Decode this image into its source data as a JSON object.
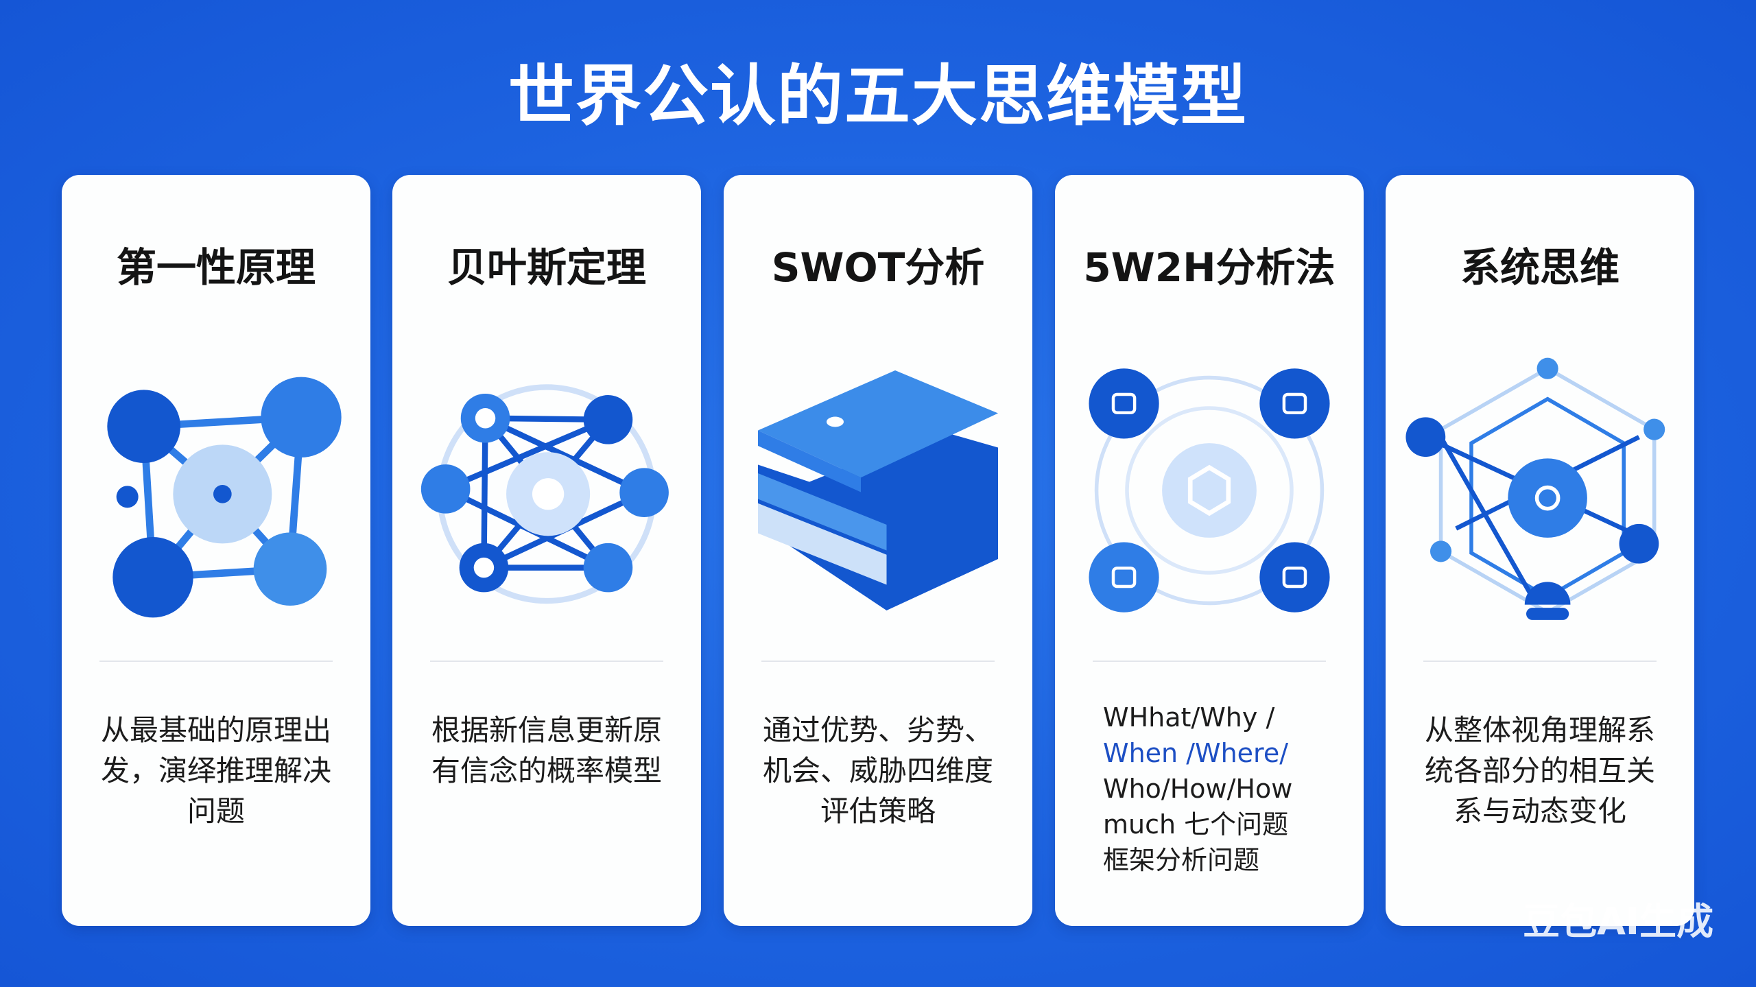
{
  "title": "世界公认的五大思维模型",
  "cards": [
    {
      "title": "第一性原理",
      "icon": "network-graph-icon",
      "description": "从最基础的原理出发，演绎推理解决问题"
    },
    {
      "title": "贝叶斯定理",
      "icon": "star-network-icon",
      "description": "根据新信息更新原有信念的概率模型"
    },
    {
      "title": "SWOT分析",
      "icon": "stacked-blocks-icon",
      "description": "通过优势、劣势、机会、威胁四维度评估策略"
    },
    {
      "title": "5W2H分析法",
      "icon": "orbit-hexagon-icon",
      "description_lines": [
        {
          "text": "WHhat/Why /",
          "style": "normal"
        },
        {
          "text": "When /Where/",
          "style": "blue"
        },
        {
          "text": "Who/How/How",
          "style": "normal"
        },
        {
          "text": "much 七个问题",
          "style": "normal"
        },
        {
          "text": "框架分析问题",
          "style": "normal"
        }
      ]
    },
    {
      "title": "系统思维",
      "icon": "hexagon-lightbulb-icon",
      "description": "从整体视角理解系统各部分的相互关系与动态变化"
    }
  ],
  "watermark": "豆包AI生成",
  "colors": {
    "background": "#1d63e0",
    "card": "#fdfefe",
    "dark_blue": "#1357cf",
    "mid_blue": "#2f7de6",
    "light_blue": "#bcd7f7",
    "text": "#141414"
  }
}
